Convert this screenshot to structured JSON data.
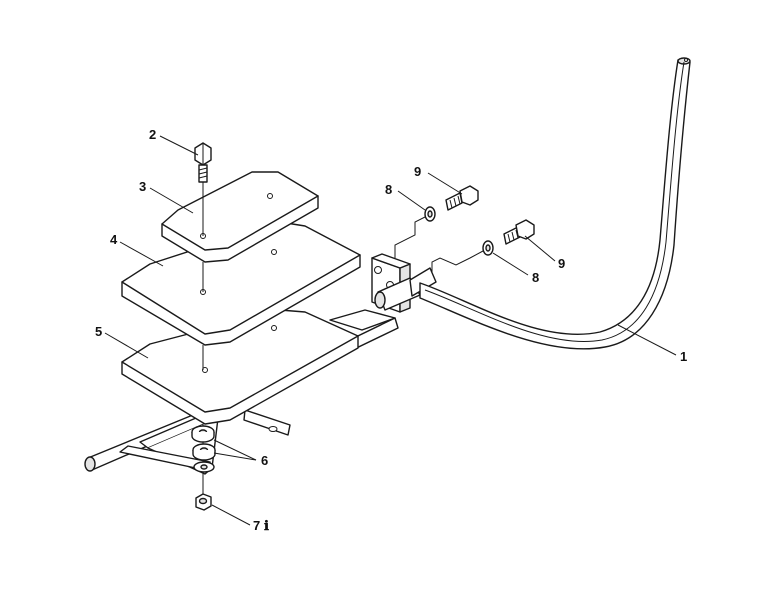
{
  "callouts": [
    {
      "id": "c2",
      "label": "2"
    },
    {
      "id": "c3",
      "label": "3"
    },
    {
      "id": "c4",
      "label": "4"
    },
    {
      "id": "c5",
      "label": "5"
    },
    {
      "id": "c6",
      "label": "6"
    },
    {
      "id": "c7",
      "label": "7"
    },
    {
      "id": "c8a",
      "label": "8"
    },
    {
      "id": "c8b",
      "label": "8"
    },
    {
      "id": "c9a",
      "label": "9"
    },
    {
      "id": "c9b",
      "label": "9"
    },
    {
      "id": "c1",
      "label": "1"
    }
  ],
  "info_marker": "ℹ",
  "colors": {
    "line": "#1a1a1a",
    "shade": "#e4e4e4",
    "background": "#ffffff"
  }
}
